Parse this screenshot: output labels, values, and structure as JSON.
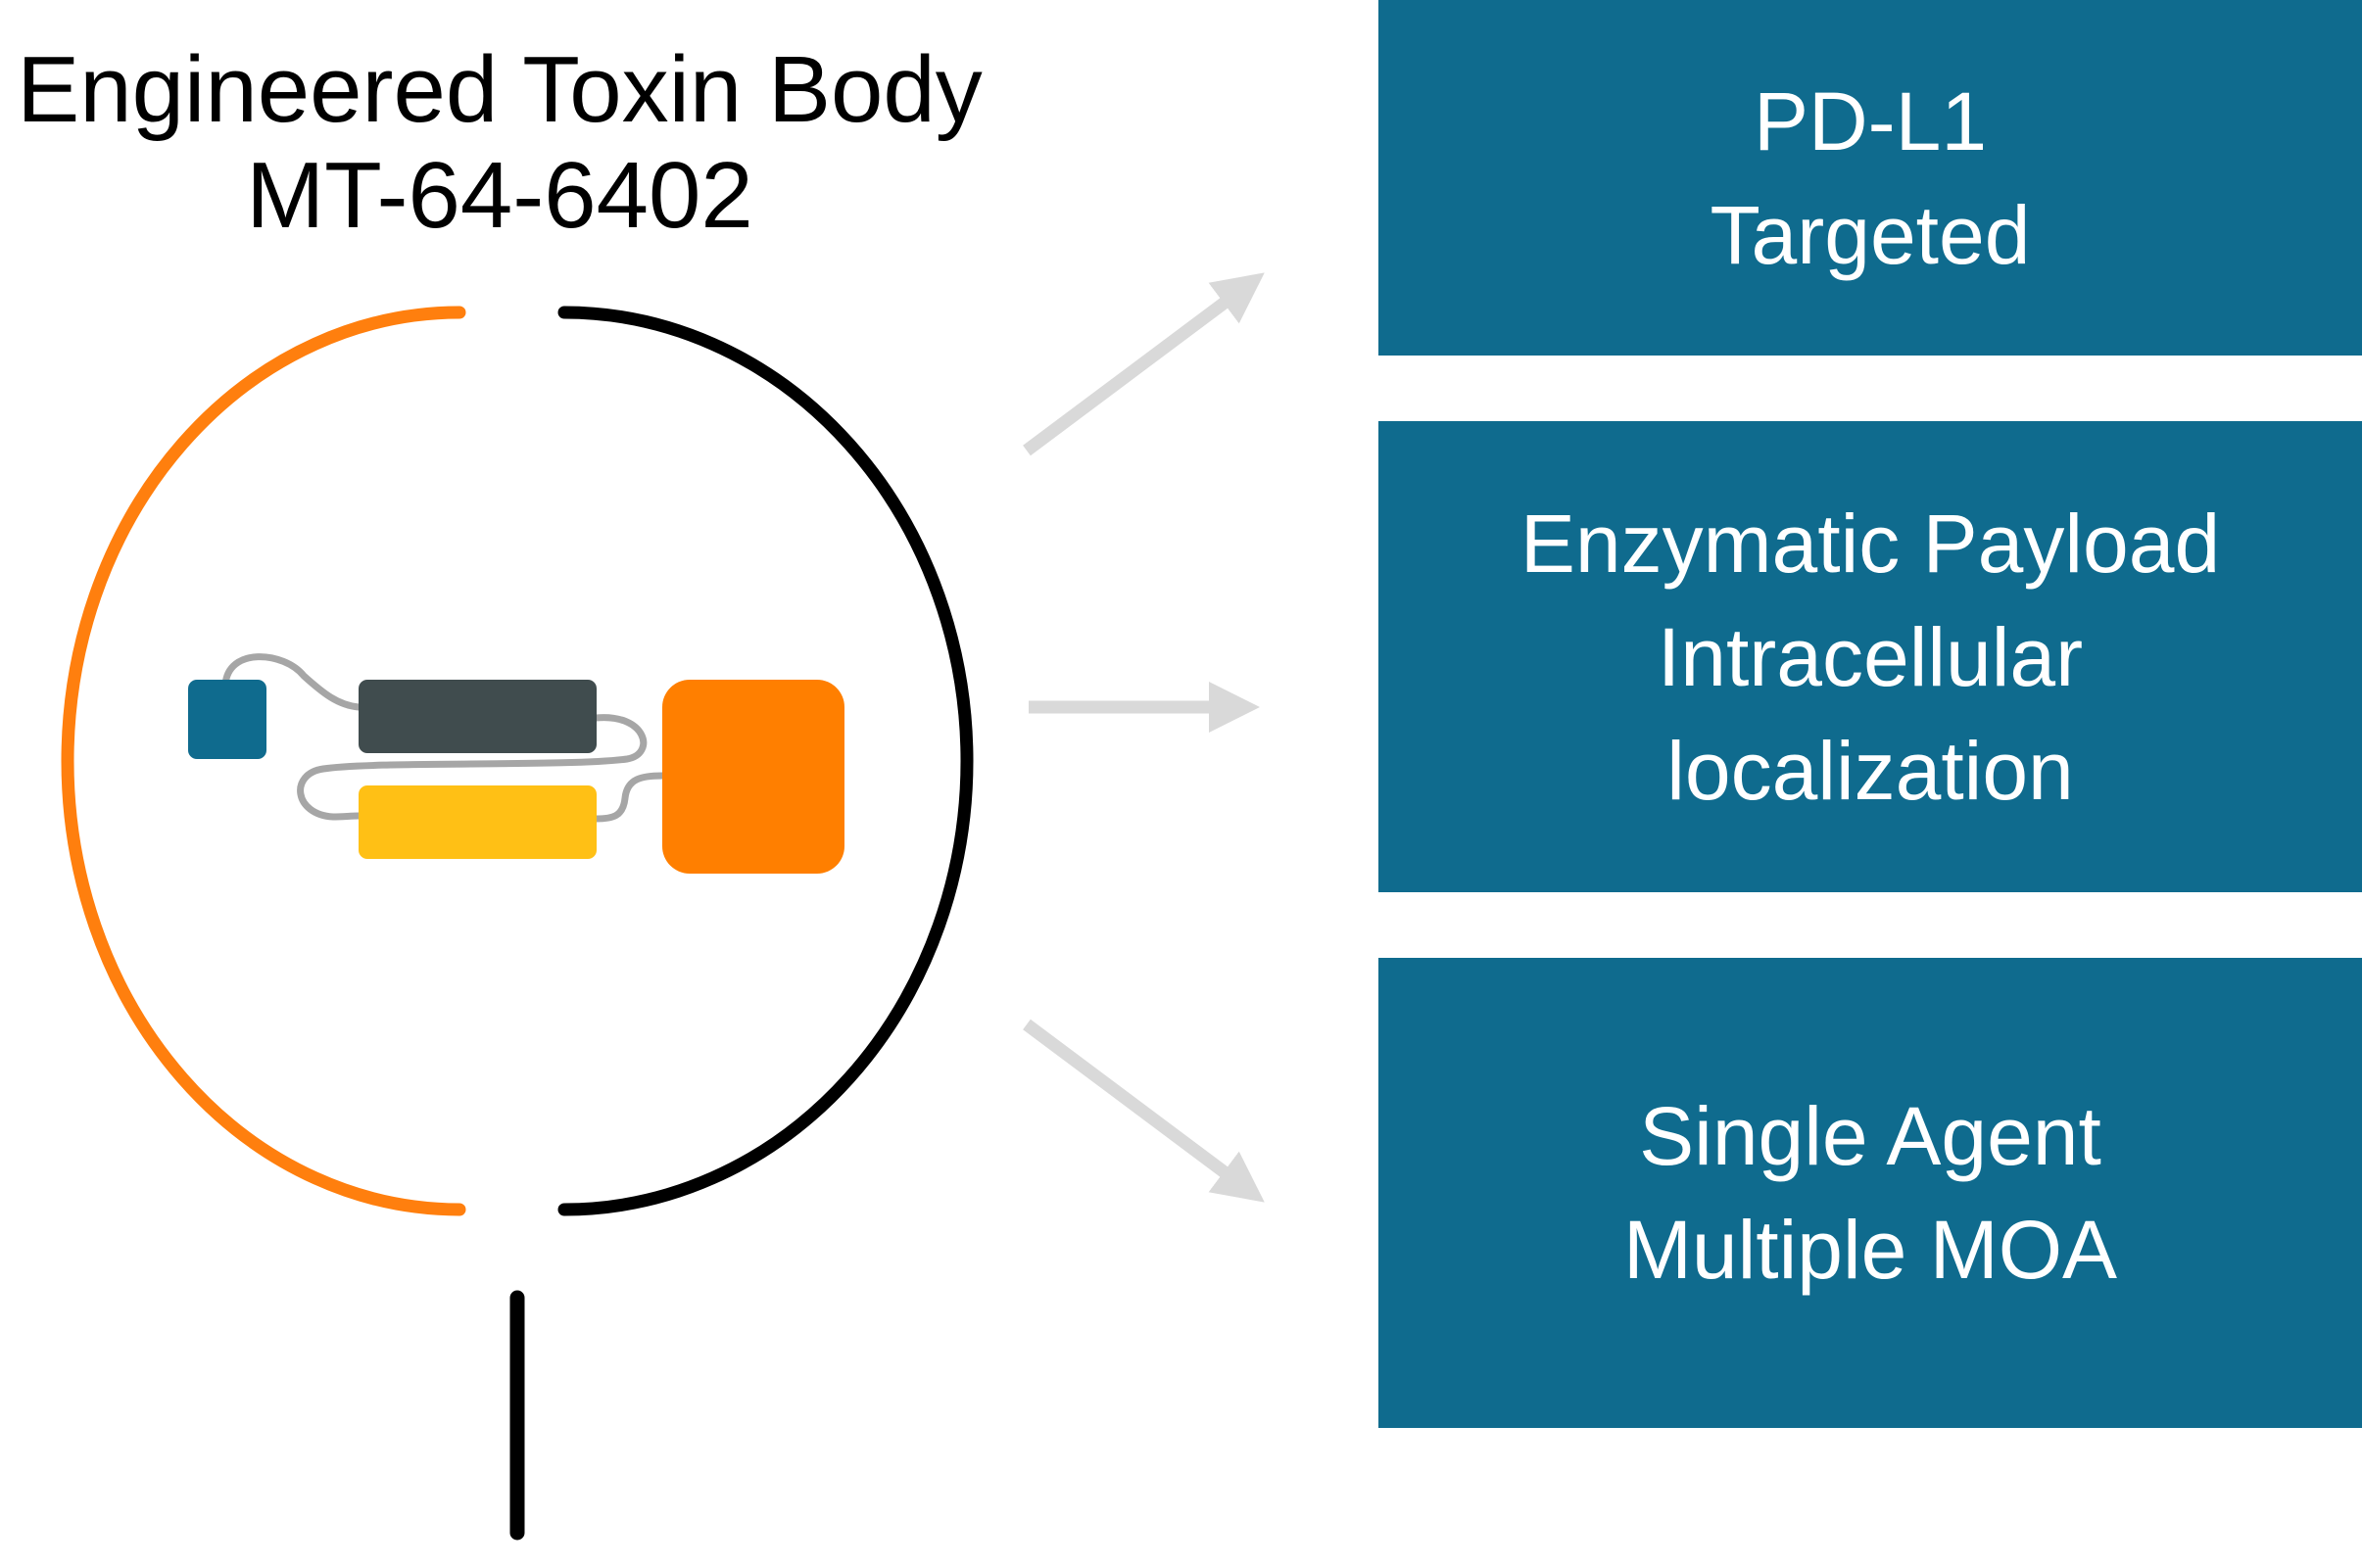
{
  "title": {
    "line1": "Engineered Toxin Body",
    "line2": "MT-64-6402"
  },
  "boxes": [
    {
      "lines": [
        "PD-L1",
        "Targeted"
      ]
    },
    {
      "lines": [
        "Enzymatic Payload",
        "Intracellular",
        "localization"
      ]
    },
    {
      "lines": [
        "Single Agent",
        "Multiple MOA"
      ]
    }
  ],
  "colors": {
    "box_fill": "#0f6b8e",
    "box_text": "#ffffff",
    "orange_arc": "#ff7f0e",
    "black_arc": "#000000",
    "arrow": "#d9d9d9",
    "small_square": "#0f6b8e",
    "dark_bar": "#404c4e",
    "yellow_bar": "#ffc015",
    "big_square": "#ff7f00",
    "linker": "#a6a6a6"
  }
}
